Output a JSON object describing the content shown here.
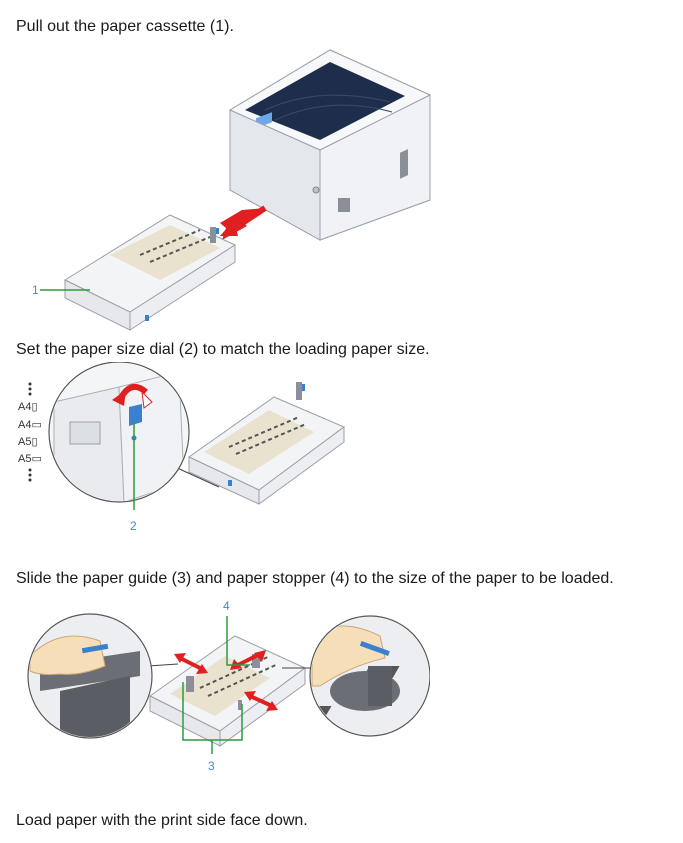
{
  "steps": [
    {
      "text": "Pull out the paper cassette (1).",
      "callouts": [
        "1"
      ]
    },
    {
      "text": "Set the paper size dial (2) to match the loading paper size.",
      "callouts": [
        "2"
      ],
      "dial_sizes": [
        "A4▯",
        "A4▭",
        "A5▯",
        "A5▭"
      ]
    },
    {
      "text": "Slide the paper guide (3) and paper stopper (4) to the size of the paper to be loaded.",
      "callouts": [
        "3",
        "4"
      ]
    },
    {
      "text": "Load paper with the print side face down."
    }
  ],
  "colors": {
    "callout_text": "#3b8fd6",
    "leader_line": "#2e9a3e",
    "arrow": "#e02020",
    "printer_body": "#eef0f4",
    "printer_top": "#1f2d4d",
    "blue_part": "#3a7fd0",
    "hand": "#f6dfb8"
  }
}
